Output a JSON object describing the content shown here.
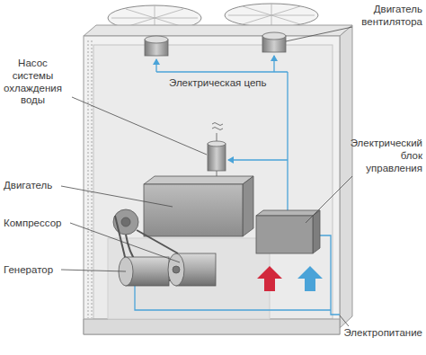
{
  "diagram": {
    "labels": [
      "Двигатель вентилятора",
      "Насос системы охлаждения воды",
      "Электрическая цепь",
      "Электрический блок управления",
      "Двигатель",
      "Компрессор",
      "Генератор",
      "Электропитание"
    ]
  }
}
